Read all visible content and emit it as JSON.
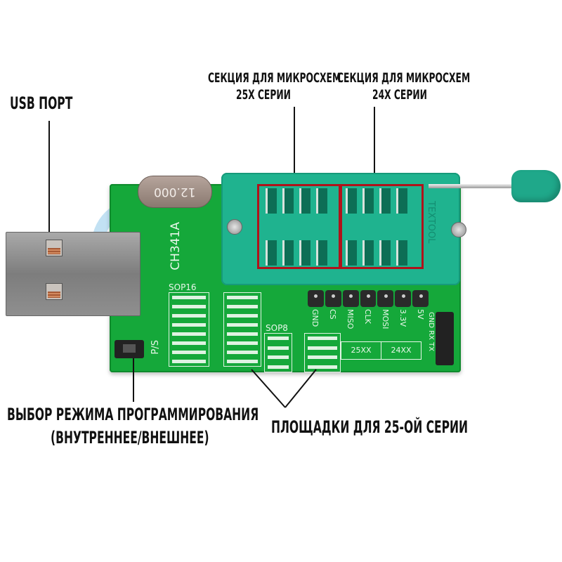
{
  "labels": {
    "usb_port": "USB ПОРТ",
    "section_25x_line1": "СЕКЦИЯ ДЛЯ МИКРОСХЕМ",
    "section_25x_line2": "25Х СЕРИИ",
    "section_24x_line1": "СЕКЦИЯ ДЛЯ МИКРОСХЕМ",
    "section_24x_line2": "24Х СЕРИИ",
    "mode_select_line1": "ВЫБОР РЕЖИМА ПРОГРАММИРОВАНИЯ",
    "mode_select_line2": "(ВНУТРЕННЕЕ/ВНЕШНЕЕ)",
    "pads_25": "ПЛОЩАДКИ ДЛЯ 25-ОЙ СЕРИИ"
  },
  "board": {
    "crystal": "12.000",
    "chip": "CH341A",
    "sop16": "SOP16",
    "sop8": "SOP8",
    "jumper_label": "P/S",
    "socket_text": "TEXTOOL",
    "pins": [
      "GND",
      "CS",
      "MISO",
      "CLK",
      "MOSI",
      "3.3V",
      "5V"
    ],
    "side_pins": "GND RX TX",
    "chip_25": "25XX",
    "chip_24": "24XX"
  },
  "colors": {
    "pcb": "#15a83a",
    "socket": "#1fb38f",
    "highlight": "#b0121a"
  }
}
